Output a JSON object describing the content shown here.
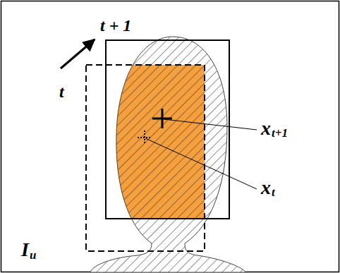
{
  "diagram": {
    "labels": [
      "t + 1",
      "t",
      "x",
      "t+1",
      "x",
      "t",
      "I",
      "u"
    ]
  }
}
